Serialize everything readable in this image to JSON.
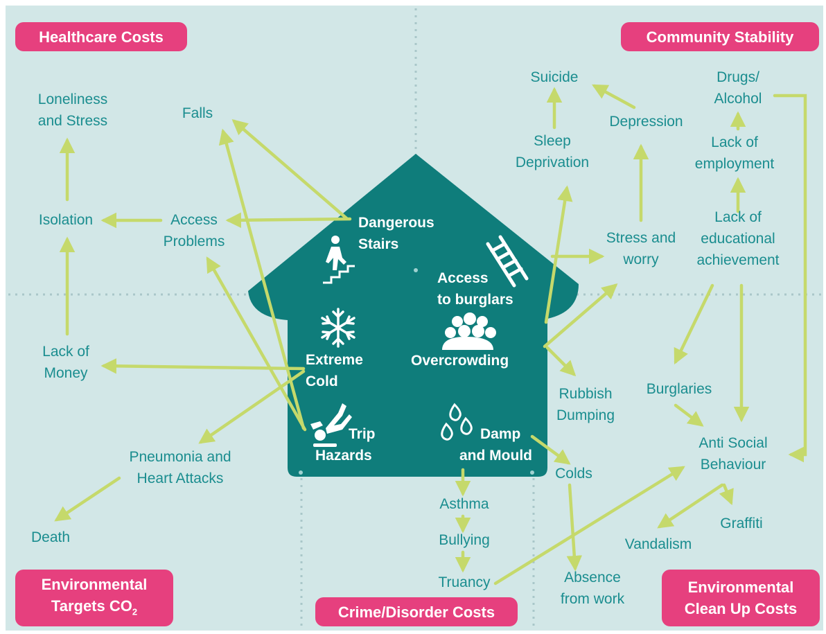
{
  "badges": {
    "healthcare": "Healthcare Costs",
    "community": "Community Stability",
    "env_targets_1": "Environmental",
    "env_targets_2": "Targets CO",
    "env_targets_sub": "2",
    "crime": "Crime/Disorder Costs",
    "env_cleanup_1": "Environmental",
    "env_cleanup_2": "Clean Up Costs"
  },
  "house_hazards": {
    "dangerous_stairs": [
      "Dangerous",
      "Stairs"
    ],
    "access_burglars": [
      "Access",
      "to burglars"
    ],
    "extreme_cold": [
      "Extreme",
      "Cold"
    ],
    "overcrowding": [
      "Overcrowding"
    ],
    "trip_hazards": [
      "Trip",
      "Hazards"
    ],
    "damp_mould": [
      "Damp",
      "and Mould"
    ]
  },
  "outcomes": {
    "loneliness": [
      "Loneliness",
      "and Stress"
    ],
    "falls": [
      "Falls"
    ],
    "isolation": [
      "Isolation"
    ],
    "access_problems": [
      "Access",
      "Problems"
    ],
    "lack_money": [
      "Lack of",
      "Money"
    ],
    "pneumonia": [
      "Pneumonia and",
      "Heart Attacks"
    ],
    "death": [
      "Death"
    ],
    "suicide": [
      "Suicide"
    ],
    "sleep": [
      "Sleep",
      "Deprivation"
    ],
    "depression": [
      "Depression"
    ],
    "drugs": [
      "Drugs/",
      "Alcohol"
    ],
    "employment": [
      "Lack of",
      "employment"
    ],
    "stress": [
      "Stress and",
      "worry"
    ],
    "education": [
      "Lack of",
      "educational",
      "achievement"
    ],
    "rubbish": [
      "Rubbish",
      "Dumping"
    ],
    "burglaries": [
      "Burglaries"
    ],
    "asb": [
      "Anti Social",
      "Behaviour"
    ],
    "colds": [
      "Colds"
    ],
    "asthma": [
      "Asthma"
    ],
    "bullying": [
      "Bullying"
    ],
    "truancy": [
      "Truancy"
    ],
    "absence": [
      "Absence",
      "from work"
    ],
    "vandalism": [
      "Vandalism"
    ],
    "graffiti": [
      "Graffiti"
    ]
  },
  "icons": [
    "walking-up-stairs-icon",
    "ladder-icon",
    "snowflake-icon",
    "crowd-icon",
    "falling-person-icon",
    "water-drops-icon"
  ],
  "colors": {
    "background": "#d2e7e7",
    "house": "#0f7d7b",
    "arrow": "#c5d96b",
    "text": "#1a8d8f",
    "badge": "#e6407e",
    "divider": "#a9c7c9"
  }
}
